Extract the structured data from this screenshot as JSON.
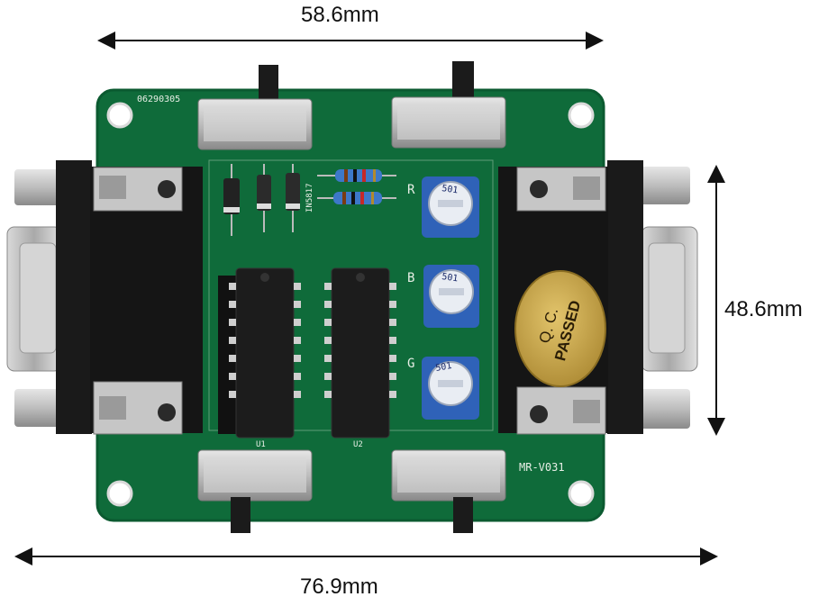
{
  "dimensions": {
    "top_width": "58.6mm",
    "height": "48.6mm",
    "bottom_width": "76.9mm"
  },
  "board": {
    "serial": "06290305",
    "model": "MR-V031",
    "diode_label": "IN5817",
    "pot_labels": [
      "R",
      "B",
      "G"
    ],
    "trimmer_code": "501",
    "chip_labels": [
      "U1",
      "U2"
    ],
    "qc_sticker": {
      "line1": "Q. C.",
      "line2": "PASSED"
    }
  },
  "colors": {
    "pcb": "#0f6b3a",
    "pcb_edge": "#0b5a30",
    "connector": "#1a1a1a",
    "metal": "#c9c9c9",
    "trimmer_blue": "#2f62b8",
    "sticker": "#c8a44a"
  }
}
